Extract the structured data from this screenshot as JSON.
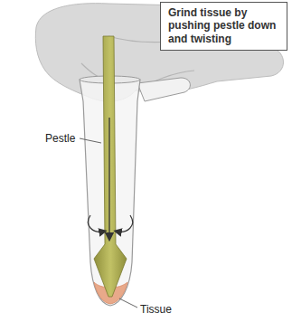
{
  "diagram": {
    "nodes": [
      {
        "text": [
          "Grind tissue by pushing pestle down and twisting"
        ]
      }
    ],
    "labels": [
      "Pestle",
      "Tissue"
    ]
  }
}
